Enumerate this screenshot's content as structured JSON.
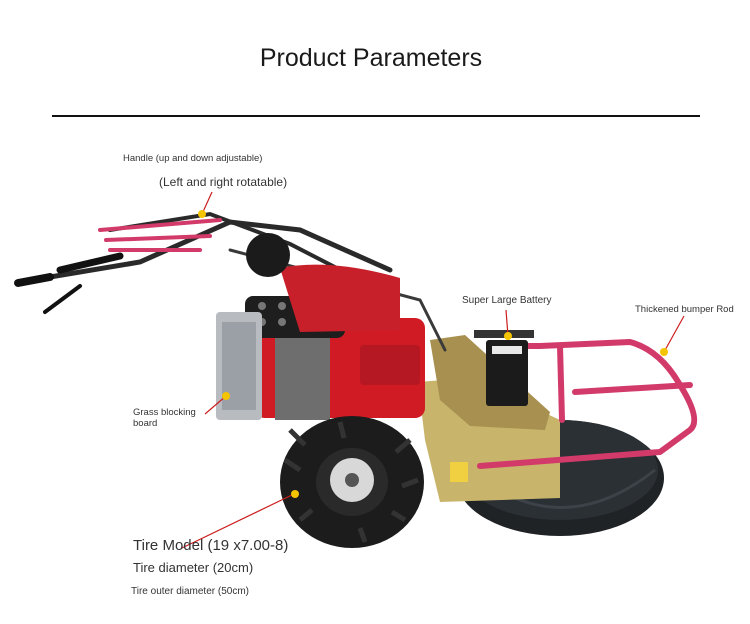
{
  "title": "Product Parameters",
  "labels": {
    "handle_adjust": "Handle (up and down adjustable)",
    "handle_rotate": "(Left and right rotatable)",
    "battery": "Super Large Battery",
    "bumper": "Thickened bumper Rod",
    "grass_board_line1": "Grass blocking",
    "grass_board_line2": "board",
    "tire_model": "Tire Model (19 x7.00-8)",
    "tire_diameter": "Tire diameter (20cm)",
    "tire_outer": "Tire outer diameter (50cm)"
  },
  "colors": {
    "frame_red": "#d23a6a",
    "engine_red": "#d01a24",
    "tire_black": "#1c1c1c",
    "marker_yellow": "#f5c400",
    "leader_red": "#cc1e1e",
    "deck_dark": "#1f2326",
    "plate_gold": "#c8b46a"
  },
  "image": {
    "subject": "walk-behind mower machine"
  }
}
